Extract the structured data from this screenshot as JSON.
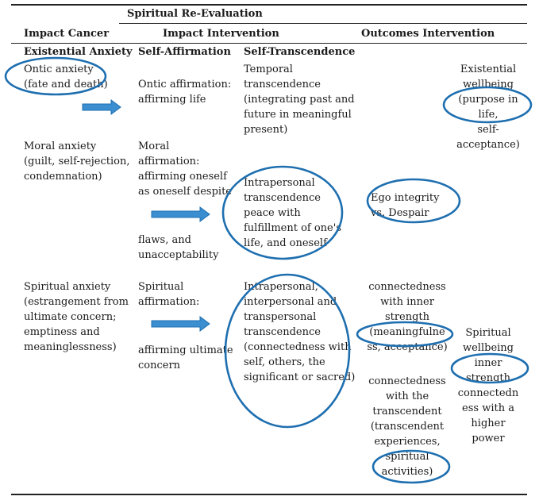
{
  "header": {
    "title": "Spiritual Re-Evaluation",
    "col1": "Impact Cancer",
    "col2": "Impact Intervention",
    "col3": "Outcomes Intervention",
    "sub1": "Existential Anxiety",
    "sub2": "Self-Affirmation",
    "sub3": "Self-Transcendence"
  },
  "row1": {
    "anxiety": "Ontic anxiety\n(fate and death)",
    "affirmation": "Ontic affirmation:\naffirming life",
    "transcendence": "Temporal\ntranscendence\n(integrating past and\nfuture in meaningful\npresent)",
    "wellbeing": "Existential\nwellbeing\n(purpose in\nlife,\nself-\nacceptance)"
  },
  "row2": {
    "anxiety": "Moral anxiety\n(guilt, self-rejection,\ncondemnation)",
    "affirmation_a": "Moral\naffirmation:\naffirming oneself\nas oneself despite",
    "affirmation_b": "flaws, and\nunacceptability",
    "transcendence": "Intrapersonal\ntranscendence\npeace with\nfulfillment of one's\nlife, and oneself",
    "outcome": "Ego integrity\nvs. Despair"
  },
  "row3": {
    "anxiety": "Spiritual anxiety\n(estrangement from\nultimate concern;\nemptiness and\nmeaninglessness)",
    "affirmation_a": "Spiritual\naffirmation:",
    "affirmation_b": "affirming ultimate\nconcern",
    "transcendence": "Intrapersonal,\ninterpersonal and\ntranspersonal\ntranscendence\n(connectedness with\nself, others, the\nsignificant or sacred)",
    "outcome_a": "connectedness\nwith inner\nstrength\n(meaningfulne\nss, acceptance)",
    "outcome_b": "connectedness\nwith the\ntranscendent\n(transcendent\nexperiences,\nspiritual\nactivities)",
    "wellbeing": "Spiritual\nwellbeing\ninner\nstrength\nconnectedn\ness with a\nhigher\npower"
  },
  "colors": {
    "highlight": "#1e6fb0",
    "arrow": "#3b8fd0",
    "rule": "#222222"
  }
}
